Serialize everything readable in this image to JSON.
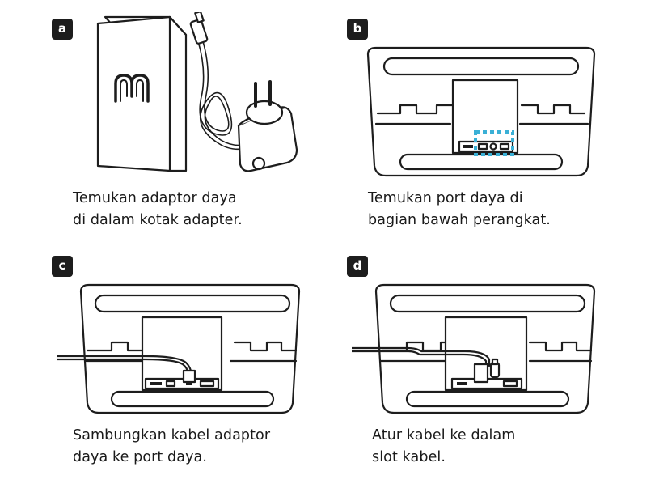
{
  "steps": [
    {
      "label": "a",
      "caption_line1": "Temukan adaptor daya",
      "caption_line2": "di dalam kotak adapter."
    },
    {
      "label": "b",
      "caption_line1": "Temukan port daya di",
      "caption_line2": "bagian bawah perangkat."
    },
    {
      "label": "c",
      "caption_line1": "Sambungkan kabel adaptor",
      "caption_line2": "daya ke port daya."
    },
    {
      "label": "d",
      "caption_line1": "Atur kabel ke dalam",
      "caption_line2": "slot kabel."
    }
  ],
  "colors": {
    "ink": "#1d1d1d",
    "highlight": "#3ab0d6",
    "background": "#ffffff"
  }
}
